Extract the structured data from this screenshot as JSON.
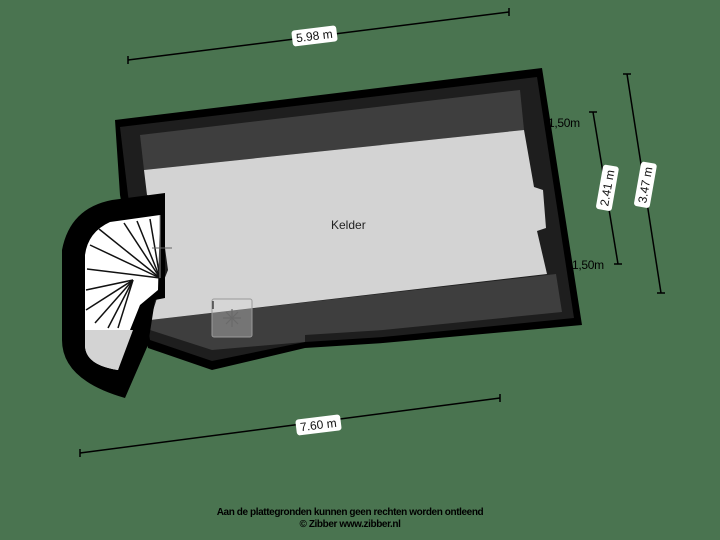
{
  "floorplan": {
    "room": {
      "name": "Kelder"
    },
    "dimensions": {
      "top": "5.98 m",
      "bottom": "7.60 m",
      "right_inner": "2.41 m",
      "right_outer": "3.47 m"
    },
    "height_marks": {
      "upper": "1,50m",
      "lower": "1,50m"
    },
    "colors": {
      "background": "#4a7450",
      "wall": "#000000",
      "low_ceiling_zone": "#3e3e3e",
      "low_ceiling_edge": "#1e1e1e",
      "floor": "#d3d3d3",
      "stairs": "#ffffff"
    }
  },
  "footer": {
    "disclaimer": "Aan de plattegronden kunnen geen rechten worden ontleend",
    "copyright": "© Zibber www.zibber.nl"
  }
}
